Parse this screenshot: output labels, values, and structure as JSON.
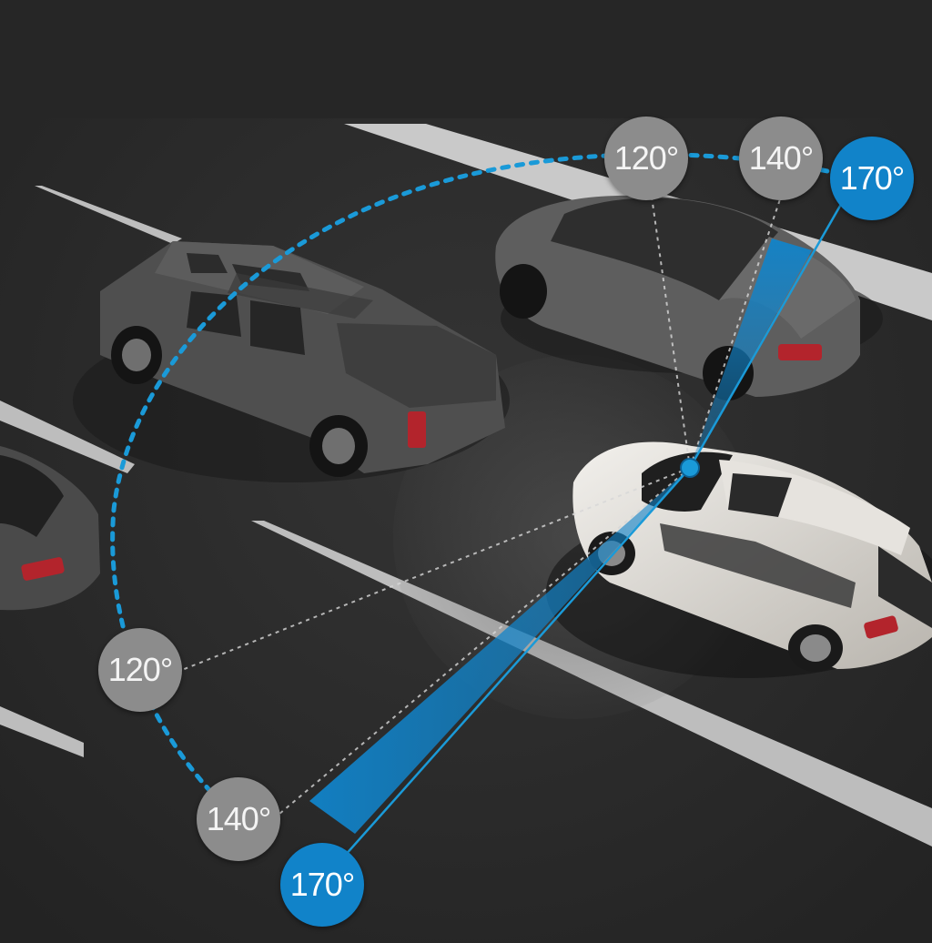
{
  "colors": {
    "road": "#2a2a2a",
    "lane_marking": "#c9c9c9",
    "dashed_ring": "#1a9ad8",
    "fov_wedge": "#1183c9",
    "badge_gray": "#8c8c8c",
    "badge_blue": "#1183c9",
    "camera_dot": "#1a9ad8"
  },
  "angle_labels": {
    "front_120": "120°",
    "front_140": "140°",
    "front_170": "170°",
    "rear_120": "120°",
    "rear_140": "140°",
    "rear_170": "170°"
  },
  "icons": [
    "camera-point-icon"
  ],
  "vehicles": [
    "pickup-truck",
    "dark-sedan-top",
    "white-suv-camera-car",
    "dark-sedan-left"
  ]
}
